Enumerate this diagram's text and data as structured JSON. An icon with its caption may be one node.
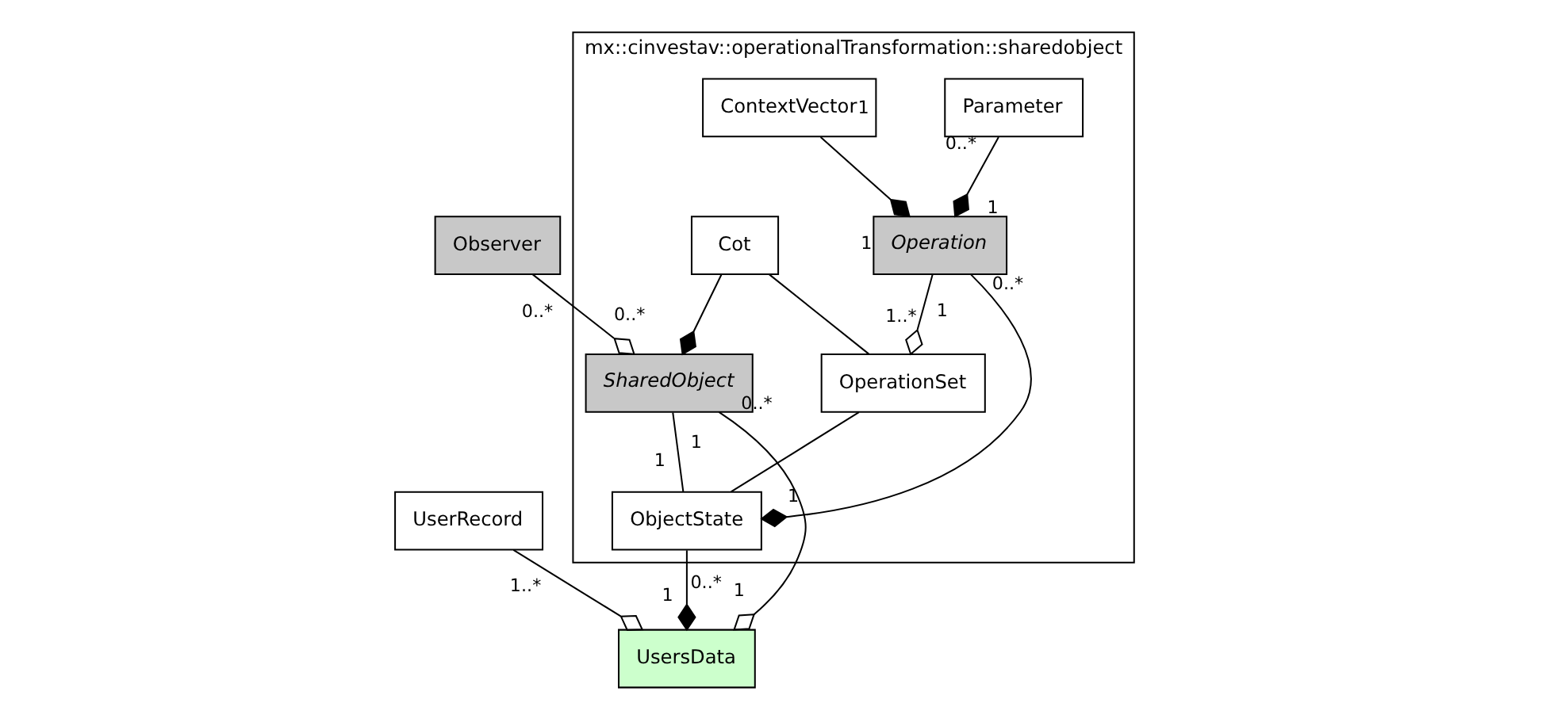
{
  "diagram": {
    "nodes": [
      {
        "text": [
          "mx::cinvestav::operationalTransformation::sharedobject"
        ]
      },
      {
        "text": [
          "Cot"
        ],
        "in": 0
      },
      {
        "text": [
          "OperationSet"
        ],
        "in": 0
      },
      {
        "text": [
          "Operation"
        ],
        "in": 0
      },
      {
        "text": [
          "Parameter"
        ],
        "in": 0
      },
      {
        "text": [
          "ContextVector"
        ],
        "in": 0
      },
      {
        "text": [
          "SharedObject"
        ],
        "in": 0
      },
      {
        "text": [
          "ObjectState"
        ],
        "in": 0
      },
      {
        "text": [
          "Observer"
        ]
      },
      {
        "text": [
          "UsersData"
        ]
      },
      {
        "text": [
          "UserRecord"
        ]
      }
    ],
    "edges": [
      {
        "from": 1,
        "to": 6,
        "arrow": "other"
      },
      {
        "from": 1,
        "to": 2,
        "arrow": "none"
      },
      {
        "from": 3,
        "to": 2,
        "arrow": "other"
      },
      {
        "from": 4,
        "to": 3,
        "arrow": "other"
      },
      {
        "from": 5,
        "to": 3,
        "arrow": "other"
      },
      {
        "from": 2,
        "to": 7,
        "arrow": "none"
      },
      {
        "from": 3,
        "to": 7,
        "arrow": "other"
      },
      {
        "from": 6,
        "to": 7,
        "arrow": "none"
      },
      {
        "from": 8,
        "to": 6,
        "arrow": "other"
      },
      {
        "from": 6,
        "to": 9,
        "arrow": "other"
      },
      {
        "from": 7,
        "to": 9,
        "arrow": "other"
      },
      {
        "from": 10,
        "to": 9,
        "arrow": "other"
      }
    ],
    "labels": [
      "1",
      "0..*",
      "1",
      "1..*",
      "0..*",
      "1",
      "1",
      "1",
      "1",
      "1",
      "0..*",
      "0..*",
      "0..*",
      "0..*",
      "1",
      "1",
      "1..*"
    ]
  }
}
